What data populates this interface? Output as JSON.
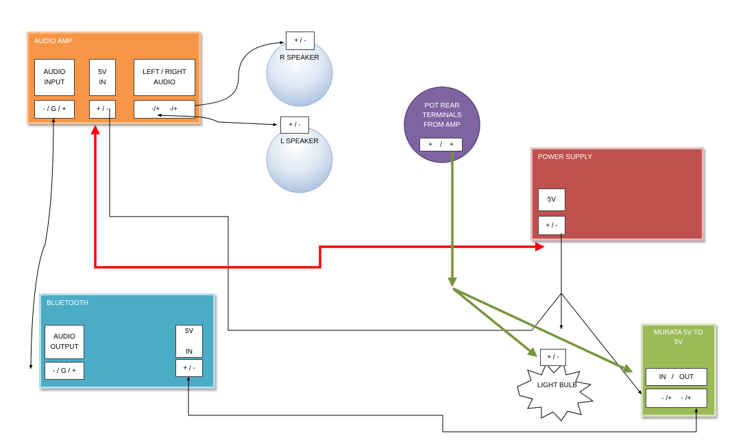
{
  "colors": {
    "amp": "#F79646",
    "amp_border": "#FAC090",
    "bluetooth": "#4BACC6",
    "bluetooth_border": "#B7DEE8",
    "power": "#C0504D",
    "power_border": "#E6B9B8",
    "murata": "#9BBB59",
    "murata_border": "#D7E4BD",
    "pot": "#8064A2",
    "red_wire": "#FF0000",
    "green_wire": "#77933C",
    "black_wire": "#000000"
  },
  "audio_amp": {
    "title": "AUDIO AMP",
    "audio_input": "AUDIO\nINPUT",
    "five_v_in": "5V\nIN",
    "left_right_audio": "LEFT / RIGHT\nAUDIO",
    "audio_input_pins": "- / G / +",
    "five_v_pins": "+ / -",
    "lr_pins": "-/+     -/+"
  },
  "r_speaker": {
    "label": "R SPEAKER",
    "pins": "+ / -"
  },
  "l_speaker": {
    "label": "L SPEAKER",
    "pins": "+ / -"
  },
  "pot": {
    "label": "POT REAR\nTERMINALS\nFROM AMP",
    "pins": "+    /    +"
  },
  "power_supply": {
    "title": "POWER SUPPLY",
    "five_v": "5V",
    "pins": "+ / -"
  },
  "bluetooth": {
    "title": "BLUETOOTH",
    "audio_output": "AUDIO\nOUTPUT",
    "audio_pins": "- / G / +",
    "five_v_in": "5V\n\nIN",
    "five_v_pins": "+ / -"
  },
  "light_bulb": {
    "label": "LIGHT BULB",
    "pins": "+ / -"
  },
  "murata": {
    "title": "MURATA 5V TO\n5V",
    "in_out": "IN   /   OUT",
    "pins": "- /+     - /+"
  }
}
